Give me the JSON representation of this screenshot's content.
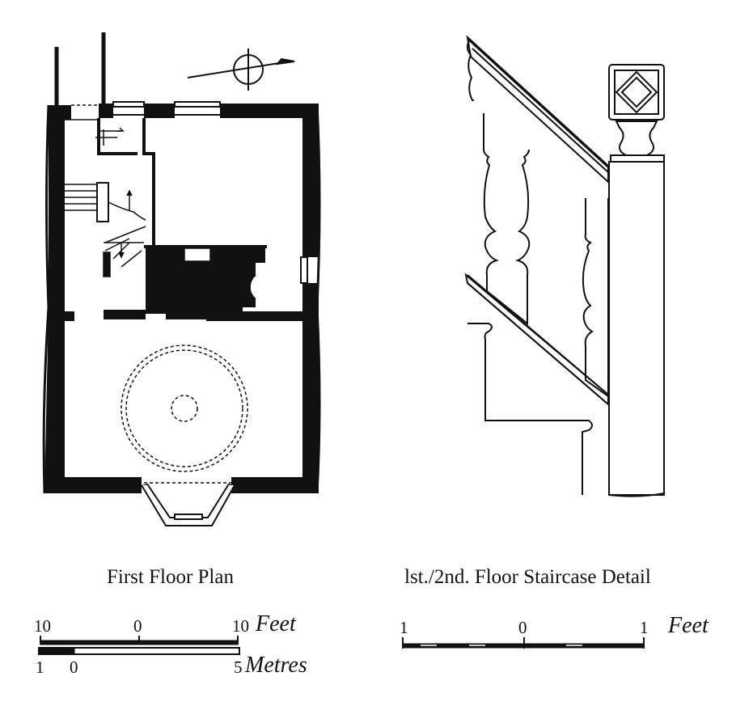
{
  "plan": {
    "caption": "First Floor Plan",
    "scale_feet": {
      "left": "10",
      "mid": "0",
      "right": "10",
      "unit": "Feet"
    },
    "scale_metres": {
      "left": "1",
      "mid": "0",
      "right": "5",
      "unit": "Metres"
    }
  },
  "detail": {
    "caption": "lst./2nd. Floor Staircase Detail",
    "scale_feet": {
      "left": "1",
      "mid": "0",
      "right": "1",
      "unit": "Feet"
    }
  },
  "icons": [
    "north-arrow-icon"
  ],
  "colors": {
    "ink": "#111111",
    "paper": "#ffffff"
  }
}
